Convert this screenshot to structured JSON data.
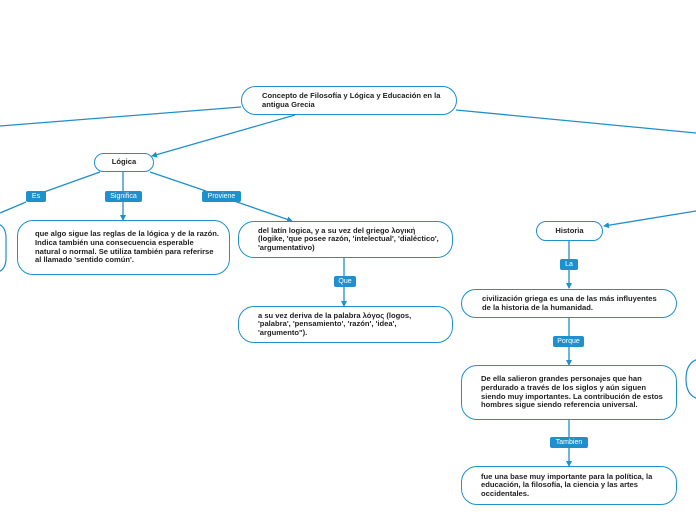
{
  "colors": {
    "accent": "#1f8fce",
    "node_border": "#1f8fce",
    "label_bg": "#1f8fce",
    "text": "#222222"
  },
  "nodes": {
    "root": "Concepto de Filosofía y Lógica y Educación en la antigua Grecia",
    "logica": "Lógica",
    "significa": "que algo sigue las reglas de la lógica y de la razón. Indica también una consecuencia esperable natural o normal. Se utiliza también para referirse al llamado 'sentido común'.",
    "proviene": "del latín logica, y a su vez del griego λογική (logike, 'que posee razón, 'intelectual', 'dialéctico', 'argumentativo)",
    "que": "a su vez deriva de la palabra λόγος (logos, 'palabra', 'pensamiento', 'razón', 'idea', 'argumento\").",
    "historia": "Historia",
    "la": "civilización griega es una de las más influyentes de la historia de la humanidad.",
    "porque": "De ella salieron grandes personajes que han perdurado a través de los siglos y aún siguen siendo muy importantes. La contribución de estos hombres sigue siendo referencia universal.",
    "tambien": "fue una base muy importante para la política, la educación, la filosofía, la ciencia y las artes occidentales."
  },
  "labels": {
    "es": "Es",
    "significa": "Significa",
    "proviene": "Proviene",
    "que": "Que",
    "la": "La",
    "porque": "Porque",
    "tambien": "Tambien"
  }
}
